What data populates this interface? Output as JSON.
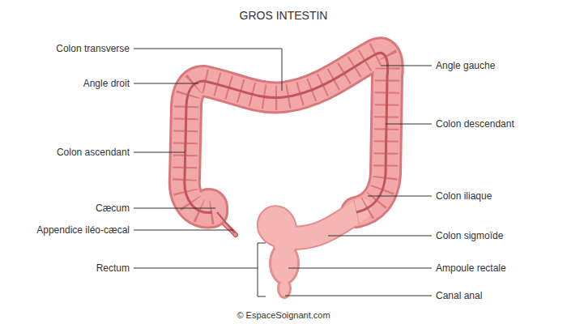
{
  "diagram": {
    "title": "GROS INTESTIN",
    "caption": "© EspaceSoignant.com",
    "labels": [
      "Colon transverse",
      "Angle droit",
      "Colon ascendant",
      "Cæcum",
      "Appendice iléo-cæcal",
      "Rectum",
      "Angle gauche",
      "Colon descendant",
      "Colon iliaque",
      "Colon sigmoïde",
      "Ampoule rectale",
      "Canal anal"
    ]
  }
}
